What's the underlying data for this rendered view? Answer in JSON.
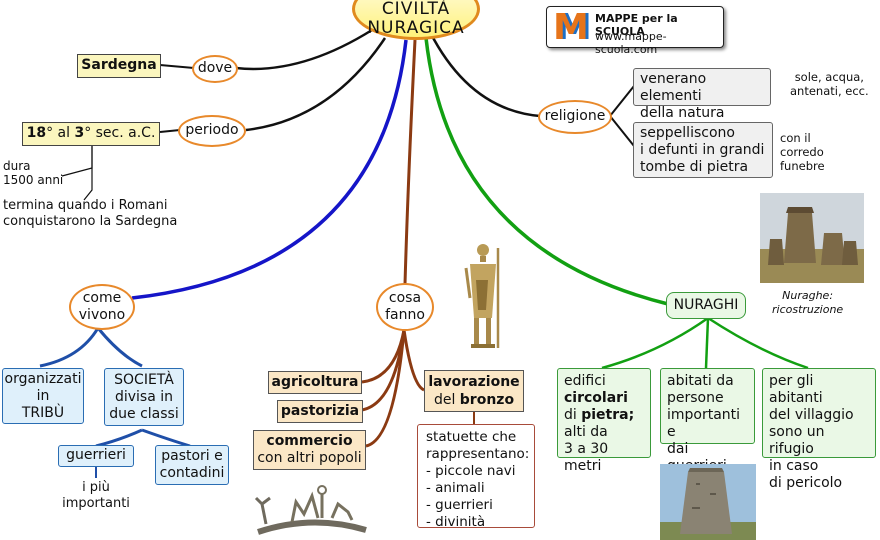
{
  "center": {
    "line1": "CIVILTÀ",
    "line2": "NURAGICA"
  },
  "logo": {
    "letter": "M",
    "brand": "MAPPE per la SCUOLA",
    "url": "www.mappe-scuola.com"
  },
  "dove": {
    "label": "dove",
    "answer": "Sardegna"
  },
  "periodo": {
    "label": "periodo",
    "answer": {
      "n1": "18",
      "deg1": "°",
      "al": " al ",
      "n2": "3",
      "deg2": "°",
      "rest": " sec. a.C."
    },
    "note1": [
      "dura",
      "1500 anni"
    ],
    "note2": [
      "termina quando i Romani",
      "conquistarono la Sardegna"
    ]
  },
  "religione": {
    "label": "religione",
    "item1": {
      "text": [
        "venerano elementi",
        "della natura"
      ],
      "note": [
        "sole, acqua,",
        "antenati, ecc."
      ]
    },
    "item2": {
      "text": [
        "seppelliscono",
        "i defunti in grandi",
        "tombe di pietra"
      ],
      "note": [
        "con il",
        "corredo",
        "funebre"
      ]
    }
  },
  "come_vivono": {
    "label": [
      "come",
      "vivono"
    ],
    "tribu": [
      "organizzati",
      "in",
      "TRIBÙ"
    ],
    "societa": [
      "SOCIETÀ",
      "divisa in",
      "due classi"
    ],
    "guerrieri": "guerrieri",
    "guerrieri_note": [
      "i più",
      "importanti"
    ],
    "pastori": [
      "pastori e",
      "contadini"
    ]
  },
  "cosa_fanno": {
    "label": [
      "cosa",
      "fanno"
    ],
    "agricoltura": "agricoltura",
    "pastorizia": "pastorizia",
    "commercio": {
      "bold": "commercio",
      "rest": "con altri popoli"
    },
    "bronzo": {
      "bold1": "lavorazione",
      "del": "del ",
      "bold2": "bronzo"
    },
    "statuette": [
      "statuette che",
      "rappresentano:",
      "- piccole navi",
      "- animali",
      "- guerrieri",
      "- divinità"
    ]
  },
  "nuraghi": {
    "label": "NURAGHI",
    "caption": [
      "Nuraghe:",
      "ricostruzione"
    ],
    "box1": {
      "l1": "edifici",
      "b1": "circolari",
      "l2a": "di ",
      "b2": "pietra;",
      "l3": "alti da",
      "l4": "3 a 30 metri"
    },
    "box2": [
      "abitati da",
      "persone",
      "importanti e",
      "dai guerrieri"
    ],
    "box3": [
      "per gli abitanti",
      "del villaggio",
      "sono un rifugio",
      "in caso",
      "di pericolo"
    ]
  }
}
